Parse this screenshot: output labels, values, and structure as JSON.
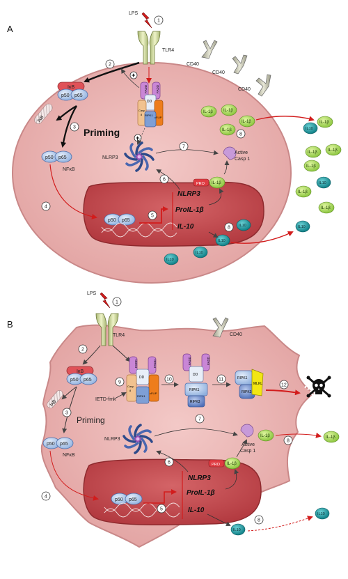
{
  "panels": {
    "a": {
      "letter": "A",
      "lps": "LPS",
      "tlr4": "TLR4",
      "cd40": [
        "CD40",
        "CD40",
        "CD40"
      ],
      "ikb": "IκB",
      "p50": "p50",
      "p65": "p65",
      "priming": "Priming",
      "nfkb": "NFκB",
      "nlrp3_label": "NLRP3",
      "genes": [
        "NLRP3",
        "ProIL-1β",
        "IL-10"
      ],
      "pro": "PRO",
      "il1b": "IL-1β",
      "il10": "IL10",
      "active_casp1": [
        "Active",
        "Casp 1"
      ],
      "fadd": "FADD",
      "dd": "DD",
      "ripk1": "RIPK1",
      "casp8": [
        "Casp",
        "8"
      ],
      "cflip": "cFLIP",
      "steps": [
        "1",
        "2",
        "3",
        "4",
        "5",
        "6",
        "7",
        "8",
        "8"
      ],
      "plus": "+"
    },
    "b": {
      "letter": "B",
      "lps": "LPS",
      "tlr4": "TLR4",
      "cd40": "CD40",
      "ikb": "IκB",
      "p50": "p50",
      "p65": "p65",
      "priming": "Priming",
      "nfkb": "NFκB",
      "nlrp3_label": "NLRP3",
      "genes": [
        "NLRP3",
        "ProIL-1β",
        "IL-10"
      ],
      "pro": "PRO",
      "il1b": "IL-1β",
      "il10": "IL10",
      "active_casp1": [
        "Active",
        "Casp 1"
      ],
      "ietd": "IETD-fmk",
      "fadd": "FADD",
      "dd": "DD",
      "ripk1": "RIPK1",
      "ripk3": "RIPK3",
      "mlkl": "MLKL",
      "casp8": [
        "Casp",
        "8"
      ],
      "cflip": "cFLIP",
      "steps": [
        "1",
        "2",
        "3",
        "4",
        "5",
        "6",
        "7",
        "8",
        "8",
        "9",
        "10",
        "11",
        "12"
      ]
    }
  }
}
